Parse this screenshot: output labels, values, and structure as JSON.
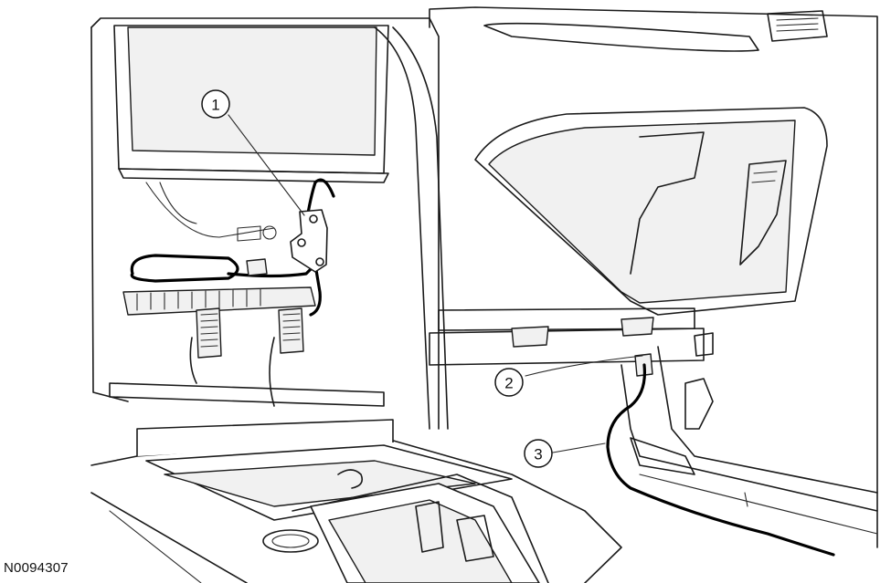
{
  "figure_id": "N0094307",
  "callouts": [
    {
      "label": "1"
    },
    {
      "label": "2"
    },
    {
      "label": "3"
    }
  ]
}
